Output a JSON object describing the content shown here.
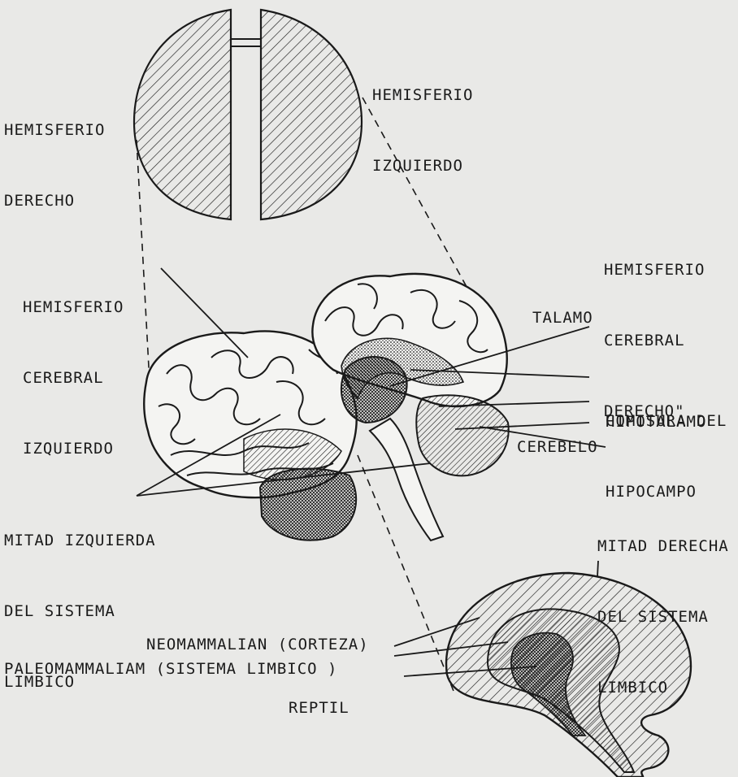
{
  "labels": {
    "hemisferio_derecho": [
      "HEMISFERIO",
      "DERECHO"
    ],
    "hemisferio_izquierdo": [
      "HEMISFERIO",
      "IZQUIERDO"
    ],
    "hemisferio_cerebral_derecho": [
      "HEMISFERIO",
      "CEREBRAL",
      "DERECHO\""
    ],
    "hemisferio_cerebral_izquierdo": [
      "HEMISFERIO",
      "CEREBRAL",
      "IZQUIERDO"
    ],
    "talamo": "TALAMO",
    "comisura": [
      "COMISURA DEL",
      "HIPOCAMPO"
    ],
    "hipotalamo": "HIPOTALAMO",
    "cerebelo": "CEREBELO",
    "mitad_izquierda": [
      "MITAD IZQUIERDA",
      "DEL SISTEMA",
      "LIMBICO"
    ],
    "mitad_derecha": [
      "MITAD DERECHA",
      "DEL SISTEMA",
      "LIMBICO"
    ],
    "neomammalian": "NEOMAMMALIAN (CORTEZA)",
    "paleomammaliam": "PALEOMAMMALIAM (SISTEMA LIMBICO )",
    "reptil": "REPTIL"
  },
  "colors": {
    "background": "#e9e9e7",
    "ink": "#1a1a1a"
  }
}
